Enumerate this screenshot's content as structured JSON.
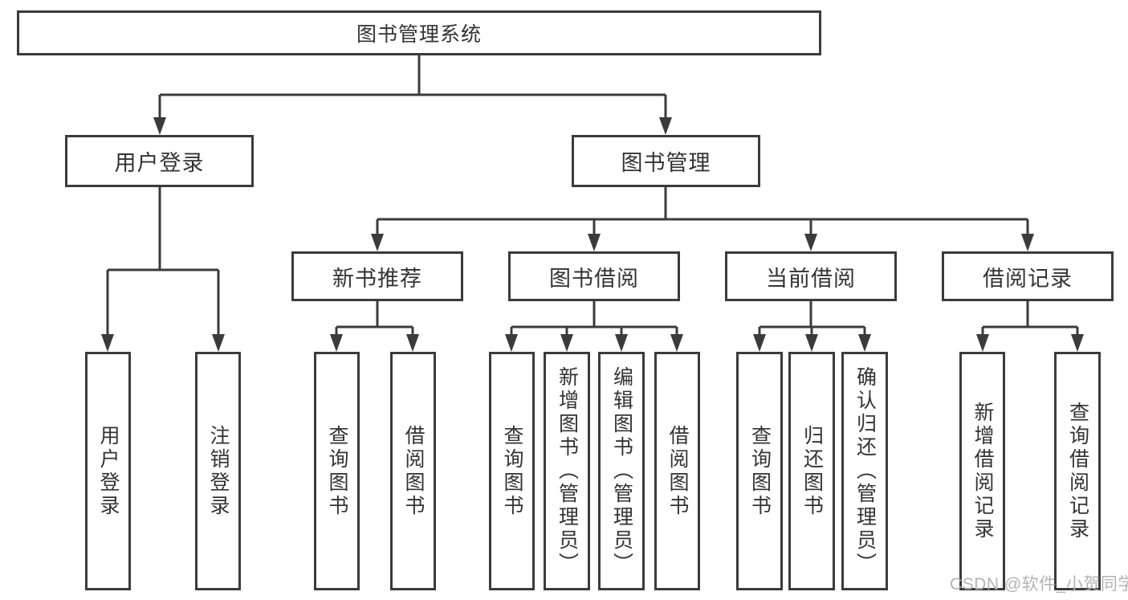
{
  "diagram": {
    "title": "图书管理系统",
    "user_branch": {
      "label": "用户登录",
      "children": [
        "用户登录",
        "注销登录"
      ]
    },
    "mgmt_branch": {
      "label": "图书管理",
      "children": [
        {
          "label": "新书推荐",
          "children": [
            "查询图书",
            "借阅图书"
          ]
        },
        {
          "label": "图书借阅",
          "children": [
            "查询图书",
            "新增图书（管理员）",
            "编辑图书（管理员）",
            "借阅图书"
          ]
        },
        {
          "label": "当前借阅",
          "children": [
            "查询图书",
            "归还图书",
            "确认归还（管理员）"
          ]
        },
        {
          "label": "借阅记录",
          "children": [
            "新增借阅记录",
            "查询借阅记录"
          ]
        }
      ]
    },
    "watermark": "CSDN @软件_小贺同学",
    "colors": {
      "line_and_border": "#3b3b3b",
      "text": "#333333",
      "watermark": "#b3b3b3",
      "background": "#ffffff"
    }
  }
}
